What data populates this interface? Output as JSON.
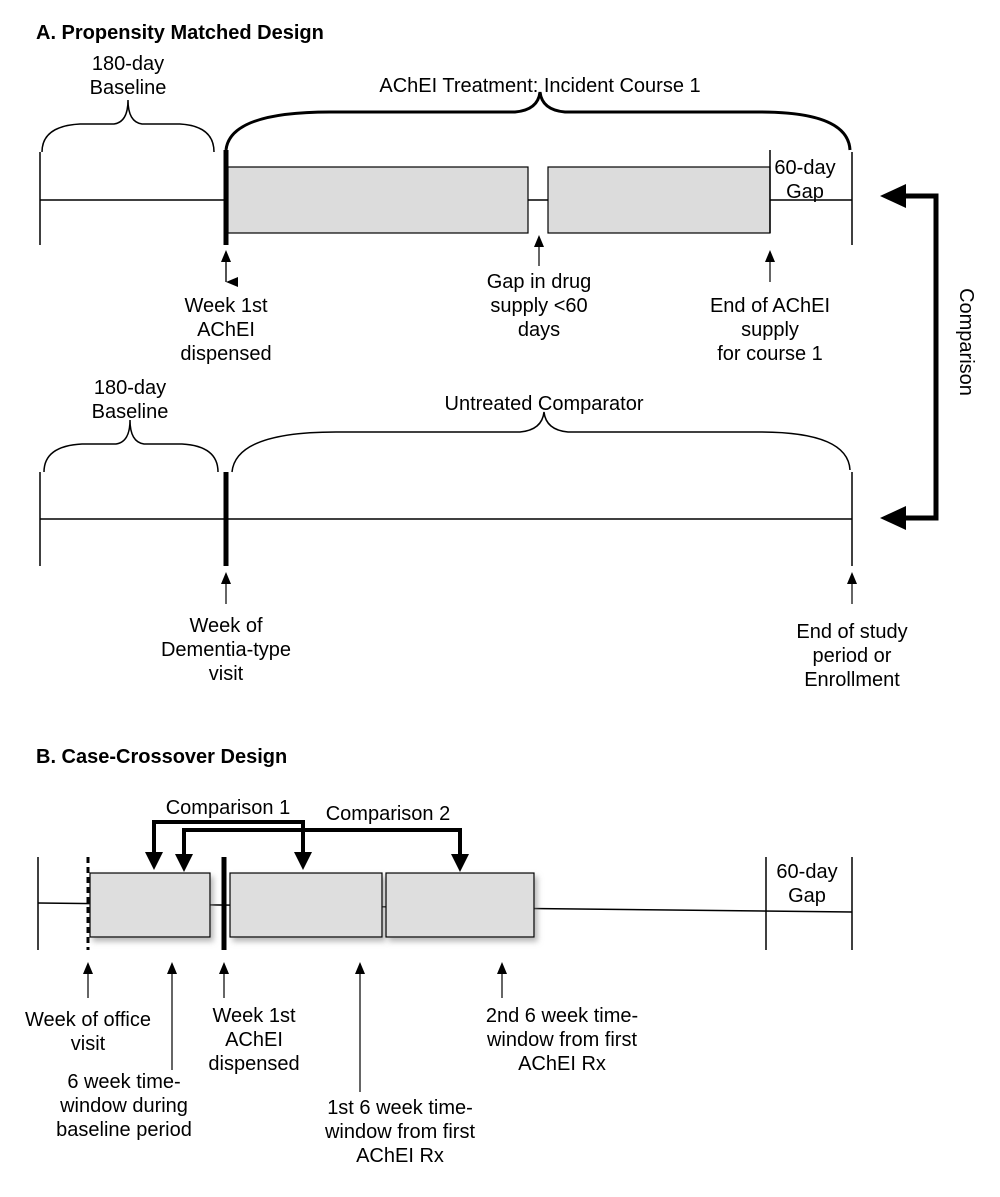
{
  "panel_a": {
    "heading": "A. Propensity Matched Design",
    "treated_row": {
      "baseline_label": "180-day\nBaseline",
      "treatment_label": "AChEI Treatment: Incident Course 1",
      "gap_label": "60-day\nGap",
      "start_label": "Week 1st\nAChEI\ndispensed",
      "drug_gap_label": "Gap in drug\nsupply <60\ndays",
      "end_label": "End of AChEI\nsupply\nfor course 1"
    },
    "untreated_row": {
      "baseline_label": "180-day\nBaseline",
      "comparator_label": "Untreated Comparator",
      "start_label": "Week of\nDementia-type\nvisit",
      "end_label": "End of study\nperiod or\nEnrollment"
    },
    "comparison_label": "Comparison"
  },
  "panel_b": {
    "heading": "B. Case-Crossover Design",
    "comparison1_label": "Comparison 1",
    "comparison2_label": "Comparison 2",
    "gap_label": "60-day\nGap",
    "office_visit_label": "Week of office\nvisit",
    "baseline_window_label": "6 week time-\nwindow during\nbaseline period",
    "start_label": "Week 1st\nAChEI\ndispensed",
    "window1_label": "1st 6 week time-\nwindow from first\nAChEI Rx",
    "window2_label": "2nd 6 week time-\nwindow from first\nAChEI Rx"
  }
}
